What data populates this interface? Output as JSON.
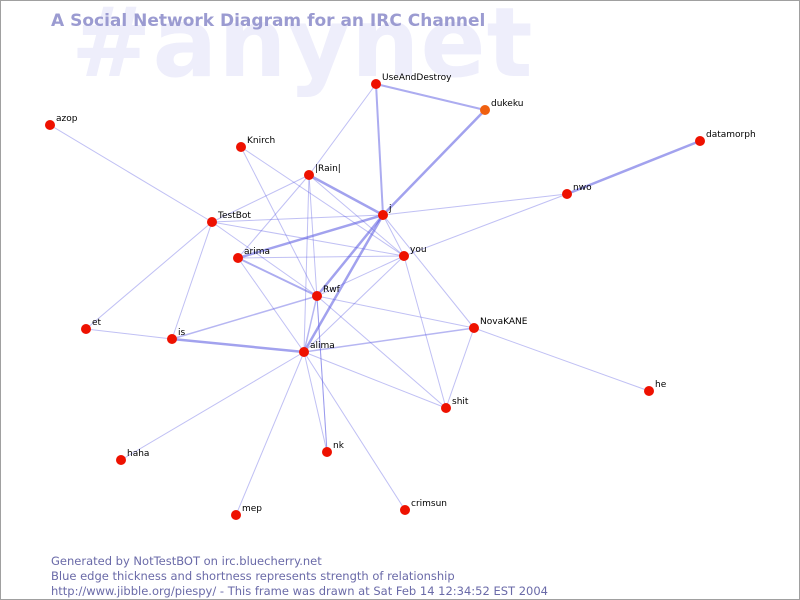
{
  "watermark": "#anynet",
  "title": "A Social Network Diagram for an IRC Channel",
  "footer": {
    "line1": "Generated by NotTestBOT on irc.bluecherry.net",
    "line2": "Blue edge thickness and shortness represents strength of relationship",
    "line3": "http://www.jibble.org/piespy/ - This frame was drawn at Sat Feb 14 12:34:52 EST 2004"
  },
  "colors": {
    "node": "#ee1100",
    "node_highlight": "#f06010",
    "edge": "#5555e0",
    "title": "#9b9bd1",
    "watermark": "#eeeefb",
    "footer": "#6a6aa8"
  },
  "nodes": [
    {
      "id": "UseAndDestroy",
      "label": "UseAndDestroy"
    },
    {
      "id": "dukeku",
      "label": "dukeku",
      "highlight": true
    },
    {
      "id": "azop",
      "label": "azop"
    },
    {
      "id": "Knirch",
      "label": "Knirch"
    },
    {
      "id": "Rain",
      "label": "|Rain|"
    },
    {
      "id": "datamorph",
      "label": "datamorph"
    },
    {
      "id": "nwo",
      "label": "nwo"
    },
    {
      "id": "TestBot",
      "label": "TestBot"
    },
    {
      "id": "j",
      "label": "j"
    },
    {
      "id": "arima",
      "label": "arima"
    },
    {
      "id": "you",
      "label": "you"
    },
    {
      "id": "Rwf",
      "label": "Rwf"
    },
    {
      "id": "NovaKANE",
      "label": "NovaKANE"
    },
    {
      "id": "et",
      "label": "et"
    },
    {
      "id": "is",
      "label": "is"
    },
    {
      "id": "alima",
      "label": "alima"
    },
    {
      "id": "he",
      "label": "he"
    },
    {
      "id": "shit",
      "label": "shit"
    },
    {
      "id": "haha",
      "label": "haha"
    },
    {
      "id": "nk",
      "label": "nk"
    },
    {
      "id": "mep",
      "label": "mep"
    },
    {
      "id": "crimsun",
      "label": "crimsun"
    }
  ],
  "edges": [
    {
      "from": "UseAndDestroy",
      "to": "dukeku",
      "weight": 2
    },
    {
      "from": "UseAndDestroy",
      "to": "j",
      "weight": 2
    },
    {
      "from": "UseAndDestroy",
      "to": "Rain",
      "weight": 1
    },
    {
      "from": "dukeku",
      "to": "j",
      "weight": 2.5
    },
    {
      "from": "datamorph",
      "to": "nwo",
      "weight": 2.5
    },
    {
      "from": "nwo",
      "to": "j",
      "weight": 1
    },
    {
      "from": "nwo",
      "to": "you",
      "weight": 1
    },
    {
      "from": "azop",
      "to": "TestBot",
      "weight": 1
    },
    {
      "from": "Knirch",
      "to": "you",
      "weight": 1
    },
    {
      "from": "Knirch",
      "to": "Rwf",
      "weight": 1
    },
    {
      "from": "Rain",
      "to": "j",
      "weight": 2.5
    },
    {
      "from": "Rain",
      "to": "TestBot",
      "weight": 1
    },
    {
      "from": "Rain",
      "to": "arima",
      "weight": 1
    },
    {
      "from": "Rain",
      "to": "you",
      "weight": 1
    },
    {
      "from": "Rain",
      "to": "alima",
      "weight": 1
    },
    {
      "from": "Rain",
      "to": "nk",
      "weight": 1
    },
    {
      "from": "TestBot",
      "to": "j",
      "weight": 1
    },
    {
      "from": "TestBot",
      "to": "you",
      "weight": 1
    },
    {
      "from": "TestBot",
      "to": "Rwf",
      "weight": 1
    },
    {
      "from": "TestBot",
      "to": "is",
      "weight": 1
    },
    {
      "from": "TestBot",
      "to": "et",
      "weight": 1
    },
    {
      "from": "j",
      "to": "arima",
      "weight": 2.5
    },
    {
      "from": "j",
      "to": "Rwf",
      "weight": 2.5
    },
    {
      "from": "j",
      "to": "alima",
      "weight": 2.5
    },
    {
      "from": "j",
      "to": "NovaKANE",
      "weight": 1
    },
    {
      "from": "j",
      "to": "you",
      "weight": 1
    },
    {
      "from": "arima",
      "to": "you",
      "weight": 1
    },
    {
      "from": "arima",
      "to": "Rwf",
      "weight": 2
    },
    {
      "from": "arima",
      "to": "alima",
      "weight": 1
    },
    {
      "from": "you",
      "to": "Rwf",
      "weight": 1
    },
    {
      "from": "you",
      "to": "alima",
      "weight": 1
    },
    {
      "from": "you",
      "to": "shit",
      "weight": 1
    },
    {
      "from": "Rwf",
      "to": "is",
      "weight": 1.5
    },
    {
      "from": "Rwf",
      "to": "NovaKANE",
      "weight": 1
    },
    {
      "from": "Rwf",
      "to": "alima",
      "weight": 1.5
    },
    {
      "from": "Rwf",
      "to": "shit",
      "weight": 1
    },
    {
      "from": "Rwf",
      "to": "nk",
      "weight": 1
    },
    {
      "from": "alima",
      "to": "is",
      "weight": 2.5
    },
    {
      "from": "alima",
      "to": "NovaKANE",
      "weight": 1.5
    },
    {
      "from": "alima",
      "to": "shit",
      "weight": 1
    },
    {
      "from": "alima",
      "to": "haha",
      "weight": 1
    },
    {
      "from": "alima",
      "to": "nk",
      "weight": 1
    },
    {
      "from": "alima",
      "to": "mep",
      "weight": 1
    },
    {
      "from": "alima",
      "to": "crimsun",
      "weight": 1
    },
    {
      "from": "is",
      "to": "et",
      "weight": 1
    },
    {
      "from": "NovaKANE",
      "to": "he",
      "weight": 1
    },
    {
      "from": "NovaKANE",
      "to": "shit",
      "weight": 1
    }
  ]
}
